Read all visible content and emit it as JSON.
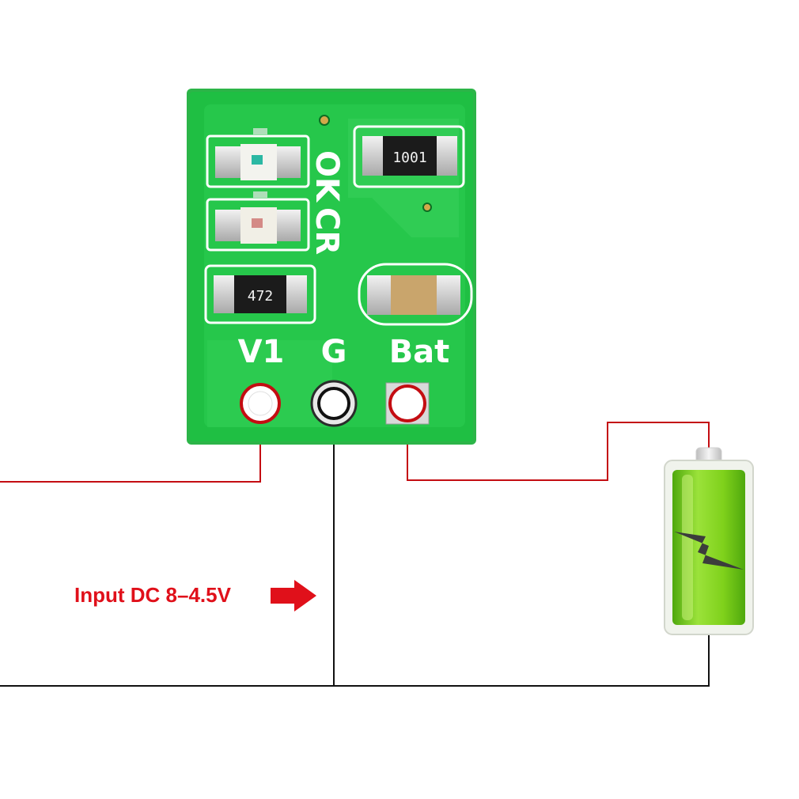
{
  "board": {
    "led_labels": [
      "OK",
      "CR"
    ],
    "resistor_top_code": "1001",
    "resistor_bottom_code": "472",
    "pin_labels": {
      "v1": "V1",
      "g": "G",
      "bat": "Bat"
    }
  },
  "input_label": "Input DC 8–4.5V",
  "colors": {
    "pcb": "#1fbf43",
    "pcb_trace": "#33cf55",
    "silkscreen": "#ffffff",
    "wire_positive": "#c40d12",
    "wire_ground": "#111111",
    "accent_red": "#e0101a",
    "battery_green": "#7fd11b"
  },
  "icons": {
    "arrow": "arrow-right-icon",
    "battery": "battery-icon",
    "bolt": "lightning-bolt-icon"
  }
}
